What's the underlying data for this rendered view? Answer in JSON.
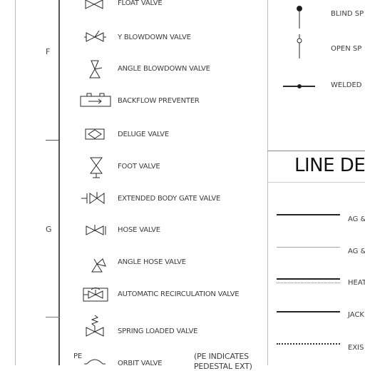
{
  "row_labels": {
    "f": "F",
    "g": "G"
  },
  "valves": [
    "FLOAT VALVE",
    "Y BLOWDOWN VALVE",
    "ANGLE BLOWDOWN VALVE",
    "BACKFLOW PREVENTER",
    "DELUGE VALVE",
    "FOOT VALVE",
    "EXTENDED BODY GATE VALVE",
    "HOSE VALVE",
    "ANGLE HOSE VALVE",
    "AUTOMATIC RECIRCULATION VALVE",
    "SPRING LOADED VALVE",
    "ORBIT VALVE"
  ],
  "orbit_note": {
    "prefix": "PE",
    "line1": "(PE INDICATES",
    "line2": "PEDESTAL EXT)"
  },
  "right_symbols": [
    "BLIND SP",
    "OPEN SP",
    "WELDED"
  ],
  "line_section": {
    "title": "LINE DES",
    "items": [
      "AG &",
      "AG &",
      "HEAT",
      "JACK",
      "EXIS"
    ]
  }
}
